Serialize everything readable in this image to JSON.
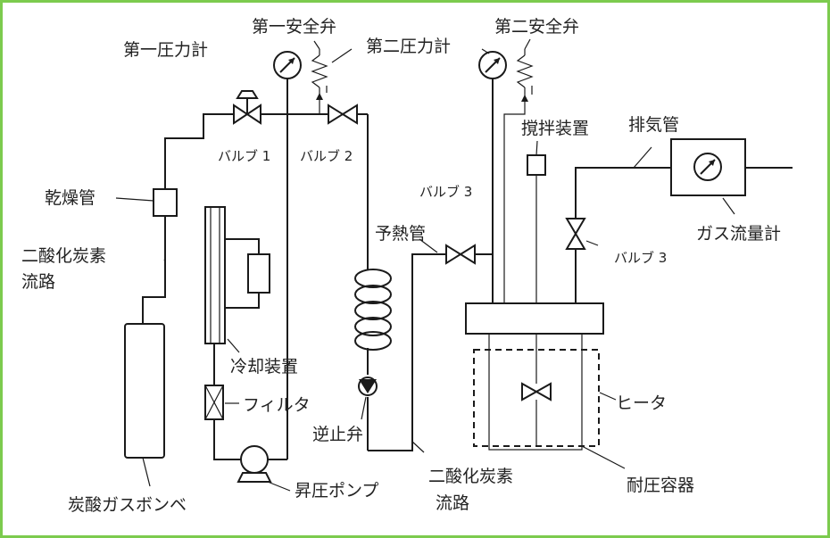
{
  "labels": {
    "pressure_gauge_1": "第一圧力計",
    "safety_valve_1": "第一安全弁",
    "pressure_gauge_2": "第二圧力計",
    "safety_valve_2": "第二安全弁",
    "valve_1": "バルブ 1",
    "valve_2": "バルブ 2",
    "valve_3a": "バルブ 3",
    "valve_3b": "バルブ 3",
    "stirrer": "撹拌装置",
    "exhaust_pipe": "排気管",
    "gas_flowmeter": "ガス流量計",
    "drying_tube": "乾燥管",
    "co2_channel_left_1": "二酸化炭素",
    "co2_channel_left_2": "流路",
    "preheat_tube": "予熱管",
    "cooling_device": "冷却装置",
    "filter": "フィルタ",
    "check_valve": "逆止弁",
    "heater": "ヒータ",
    "co2_cylinder": "炭酸ガスボンベ",
    "booster_pump": "昇圧ポンプ",
    "co2_channel_right_1": "二酸化炭素",
    "co2_channel_right_2": "流路",
    "pressure_vessel": "耐圧容器"
  },
  "colors": {
    "frame": "#7ccb4e",
    "line": "#1a1a1a",
    "text": "#222222"
  }
}
